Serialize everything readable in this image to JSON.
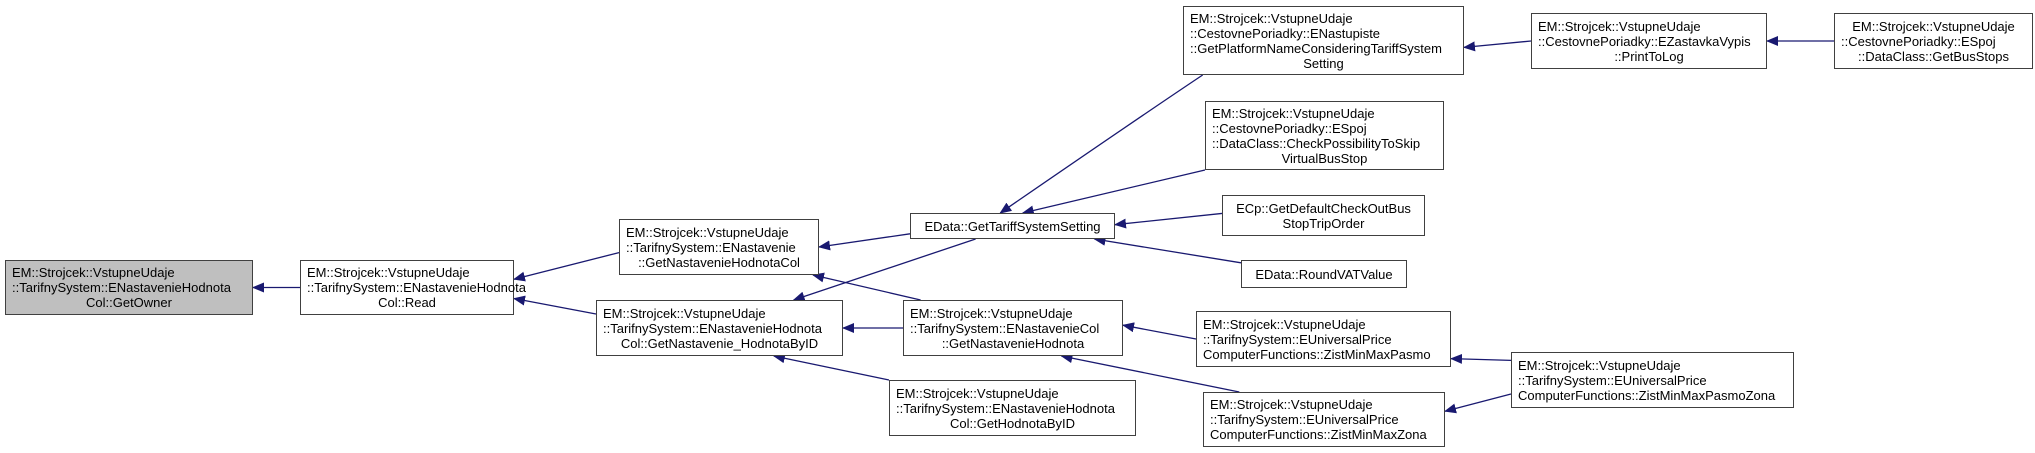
{
  "title": "Caller graph of EM::Strojcek::VstupneUdaje::TarifnySystem::ENastavenieHodnotaCol::GetOwner",
  "colors": {
    "edge": "#191970",
    "node_border": "#404040",
    "root_fill": "#bfbfbf",
    "node_fill": "#ffffff"
  },
  "nodes": [
    {
      "id": "getowner",
      "root": true,
      "lines": [
        "EM::Strojcek::VstupneUdaje",
        "::TarifnySystem::ENastavenieHodnota",
        "Col::GetOwner"
      ]
    },
    {
      "id": "read",
      "lines": [
        "EM::Strojcek::VstupneUdaje",
        "::TarifnySystem::ENastavenieHodnota",
        "Col::Read"
      ]
    },
    {
      "id": "getnastaveniehodnotacol",
      "lines": [
        "EM::Strojcek::VstupneUdaje",
        "::TarifnySystem::ENastavenie",
        "::GetNastavenieHodnotaCol"
      ]
    },
    {
      "id": "getnastavenie_hodnotabyid",
      "lines": [
        "EM::Strojcek::VstupneUdaje",
        "::TarifnySystem::ENastavenieHodnota",
        "Col::GetNastavenie_HodnotaByID"
      ]
    },
    {
      "id": "gettariffsystemsetting",
      "lines": [
        "EData::GetTariffSystemSetting"
      ]
    },
    {
      "id": "getnastaveniehodnota",
      "lines": [
        "EM::Strojcek::VstupneUdaje",
        "::TarifnySystem::ENastavenieCol",
        "::GetNastavenieHodnota"
      ]
    },
    {
      "id": "gethodnotabyid",
      "lines": [
        "EM::Strojcek::VstupneUdaje",
        "::TarifnySystem::ENastavenieHodnota",
        "Col::GetHodnotaByID"
      ]
    },
    {
      "id": "getplatformname",
      "lines": [
        "EM::Strojcek::VstupneUdaje",
        "::CestovnePoriadky::ENastupiste",
        "::GetPlatformNameConsideringTariffSystem",
        "Setting"
      ]
    },
    {
      "id": "checkpossibility",
      "lines": [
        "EM::Strojcek::VstupneUdaje",
        "::CestovnePoriadky::ESpoj",
        "::DataClass::CheckPossibilityToSkip",
        "VirtualBusStop"
      ]
    },
    {
      "id": "getdefaultcheckout",
      "lines": [
        "ECp::GetDefaultCheckOutBus",
        "StopTripOrder"
      ]
    },
    {
      "id": "roundvatvalue",
      "lines": [
        "EData::RoundVATValue"
      ]
    },
    {
      "id": "zistminmaxpasmo",
      "lines": [
        "EM::Strojcek::VstupneUdaje",
        "::TarifnySystem::EUniversalPrice",
        "ComputerFunctions::ZistMinMaxPasmo"
      ]
    },
    {
      "id": "zistminmaxzona",
      "lines": [
        "EM::Strojcek::VstupneUdaje",
        "::TarifnySystem::EUniversalPrice",
        "ComputerFunctions::ZistMinMaxZona"
      ]
    },
    {
      "id": "printtolog",
      "lines": [
        "EM::Strojcek::VstupneUdaje",
        "::CestovnePoriadky::EZastavkaVypis",
        "::PrintToLog"
      ]
    },
    {
      "id": "getbusstops",
      "lines": [
        "EM::Strojcek::VstupneUdaje",
        "::CestovnePoriadky::ESpoj",
        "::DataClass::GetBusStops"
      ]
    },
    {
      "id": "zistminmaxpasmozona",
      "lines": [
        "EM::Strojcek::VstupneUdaje",
        "::TarifnySystem::EUniversalPrice",
        "ComputerFunctions::ZistMinMaxPasmoZona"
      ]
    }
  ],
  "edges": [
    {
      "from": "read",
      "to": "getowner"
    },
    {
      "from": "getnastaveniehodnotacol",
      "to": "read"
    },
    {
      "from": "getnastavenie_hodnotabyid",
      "to": "read"
    },
    {
      "from": "gettariffsystemsetting",
      "to": "getnastaveniehodnotacol"
    },
    {
      "from": "getnastaveniehodnota",
      "to": "getnastaveniehodnotacol"
    },
    {
      "from": "gettariffsystemsetting",
      "to": "getnastavenie_hodnotabyid"
    },
    {
      "from": "getnastaveniehodnota",
      "to": "getnastavenie_hodnotabyid"
    },
    {
      "from": "gethodnotabyid",
      "to": "getnastavenie_hodnotabyid"
    },
    {
      "from": "getplatformname",
      "to": "gettariffsystemsetting"
    },
    {
      "from": "checkpossibility",
      "to": "gettariffsystemsetting"
    },
    {
      "from": "getdefaultcheckout",
      "to": "gettariffsystemsetting"
    },
    {
      "from": "roundvatvalue",
      "to": "gettariffsystemsetting"
    },
    {
      "from": "zistminmaxpasmo",
      "to": "getnastaveniehodnota"
    },
    {
      "from": "zistminmaxzona",
      "to": "getnastaveniehodnota"
    },
    {
      "from": "printtolog",
      "to": "getplatformname"
    },
    {
      "from": "getbusstops",
      "to": "printtolog"
    },
    {
      "from": "zistminmaxpasmozona",
      "to": "zistminmaxpasmo"
    },
    {
      "from": "zistminmaxpasmozona",
      "to": "zistminmaxzona"
    }
  ]
}
